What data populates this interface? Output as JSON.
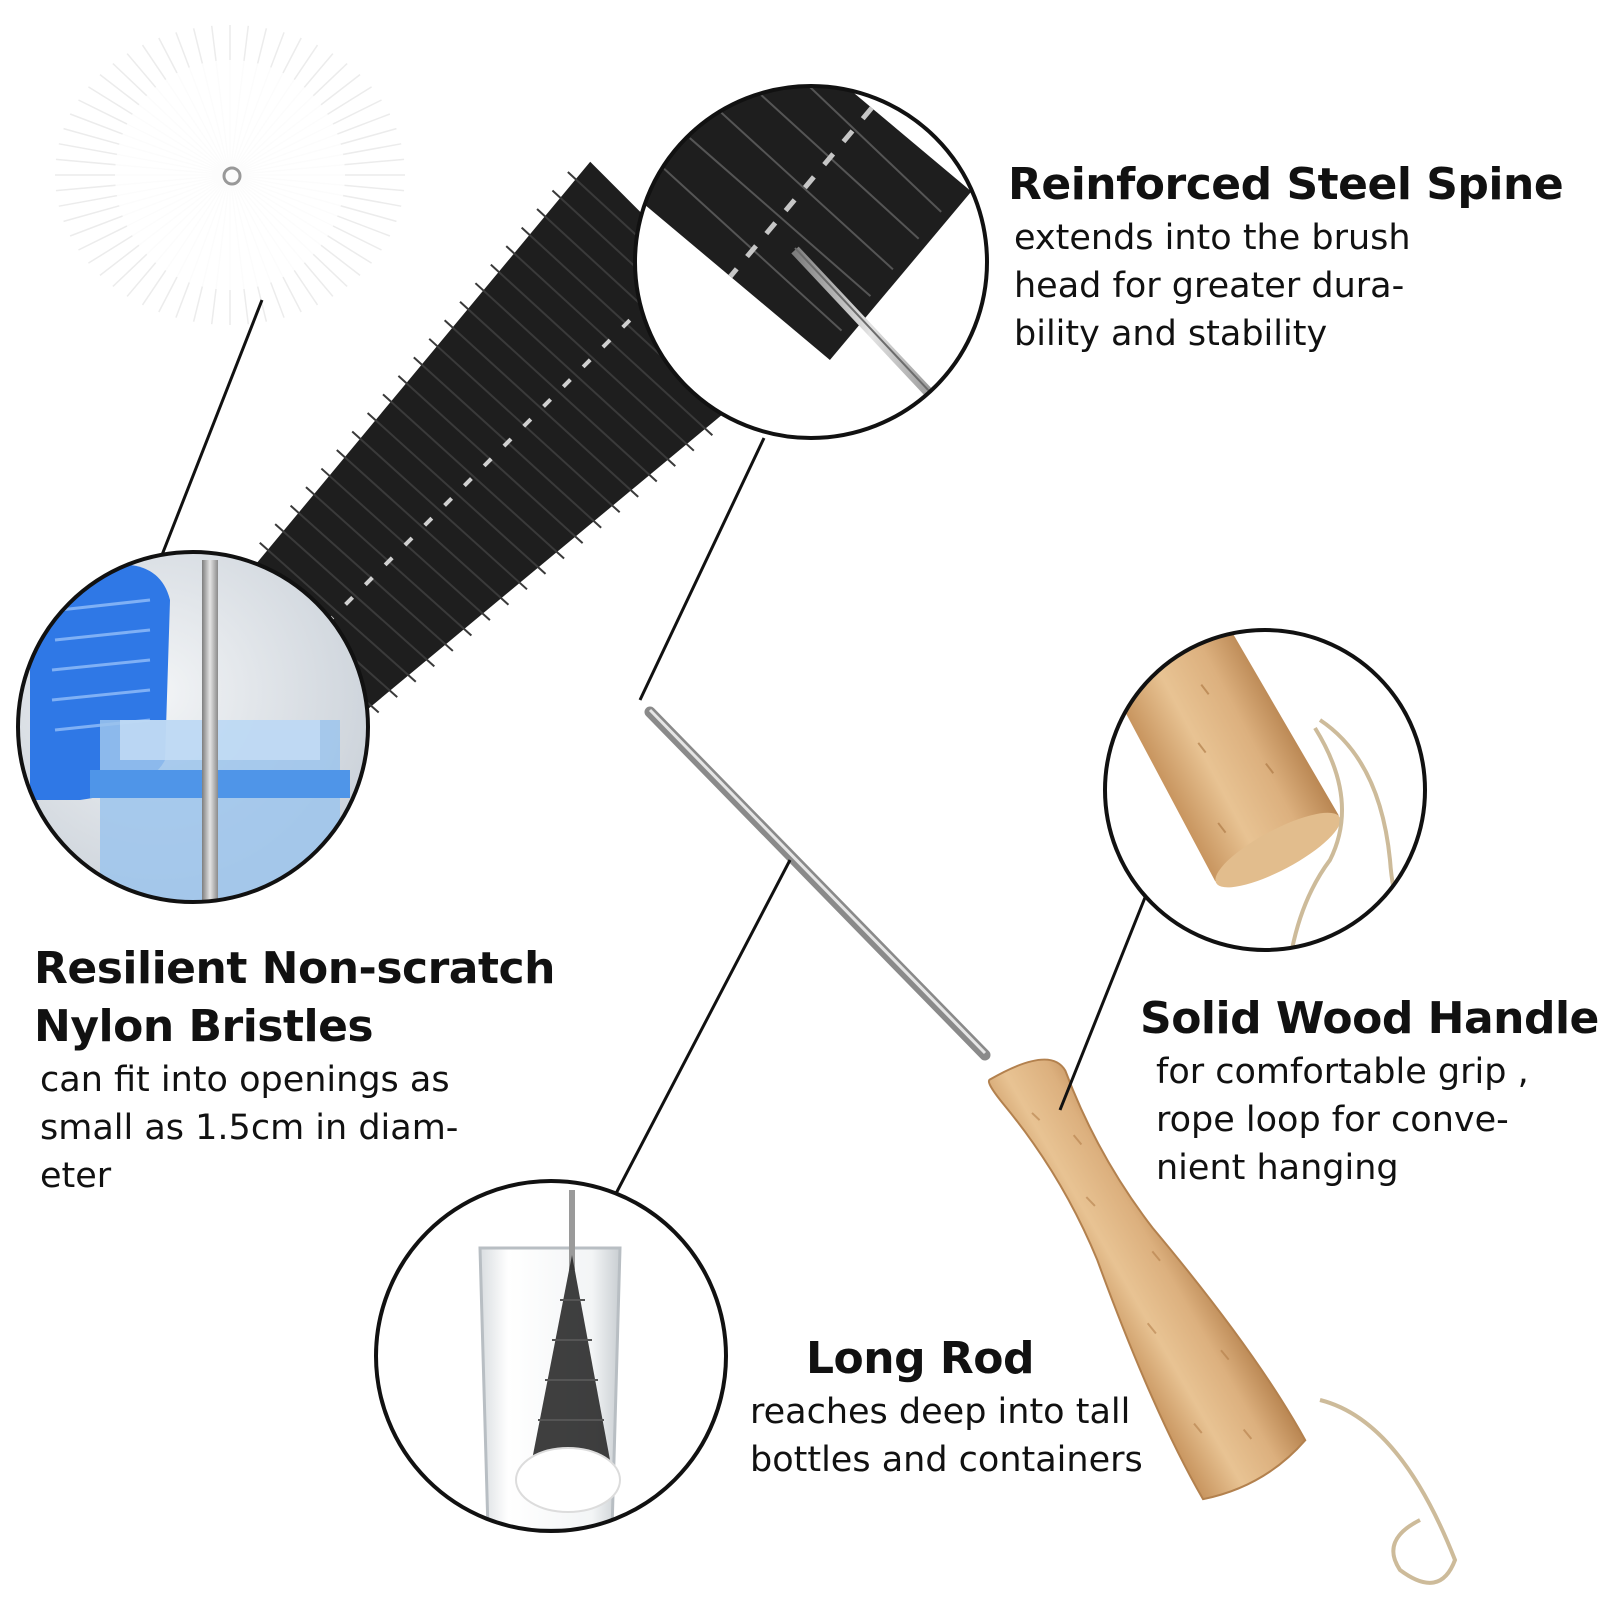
{
  "features": {
    "spine": {
      "title": "Reinforced Steel Spine",
      "lines": [
        "extends into the brush",
        "head for greater dura-",
        "bility and stability"
      ]
    },
    "bristles": {
      "title_lines": [
        "Resilient Non-scratch",
        "Nylon Bristles"
      ],
      "lines": [
        "can fit into openings as",
        "small as 1.5cm in diam-",
        "eter"
      ]
    },
    "handle": {
      "title": "Solid Wood Handle",
      "lines": [
        "for comfortable grip ,",
        "rope loop for conve-",
        "nient  hanging"
      ]
    },
    "rod": {
      "title": "Long Rod",
      "lines": [
        "reaches deep into tall",
        "bottles and containers"
      ]
    }
  },
  "colors": {
    "bristle_black": "#1e1e1e",
    "bristle_white": "#ffffff",
    "wood": "#dcb07e",
    "wood_dark": "#c8955f",
    "steel": "#a9a9a9",
    "bottle_blue": "#2f78e6",
    "circle_stroke": "#111111"
  }
}
